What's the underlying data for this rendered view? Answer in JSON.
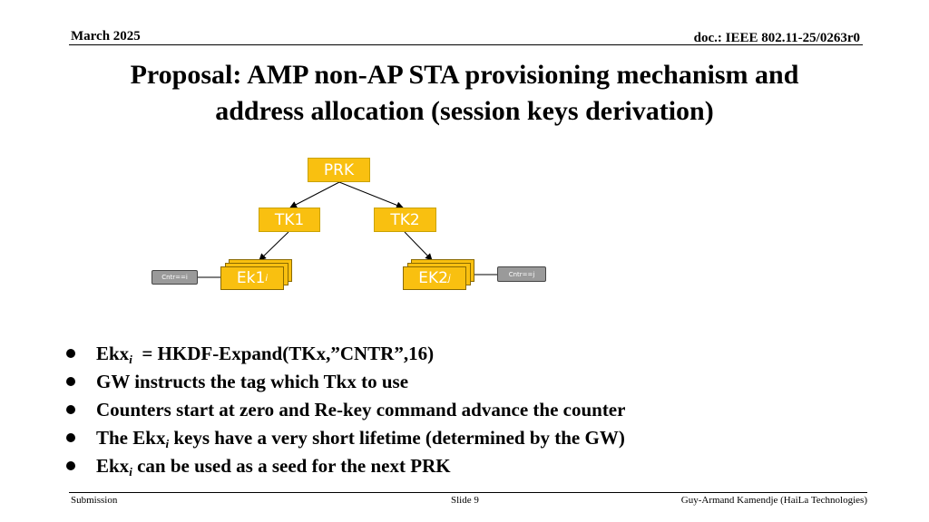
{
  "header": {
    "date": "March 2025",
    "doc_id": "doc.: IEEE 802.11-25/0263r0"
  },
  "title": {
    "line1": "Proposal: AMP non-AP STA provisioning mechanism and",
    "line2": "address allocation (session keys derivation)"
  },
  "diagram": {
    "root": "PRK",
    "tk1": "TK1",
    "tk2": "TK2",
    "ek1": {
      "base": "Ek1",
      "sub": "i"
    },
    "ek2": {
      "base": "EK2",
      "sub": "j"
    },
    "cntr_left": "Cntr==i",
    "cntr_right": "Cntr==j"
  },
  "bullets": [
    {
      "pre": "Ekx",
      "sub": "i",
      "post": "  = HKDF-Expand(TKx,”CNTR”,16)"
    },
    {
      "pre": "GW instructs the tag which Tkx to use",
      "sub": "",
      "post": ""
    },
    {
      "pre": "Counters start at zero and Re-key command advance the counter",
      "sub": "",
      "post": ""
    },
    {
      "pre": "The Ekx",
      "sub": "i",
      "post": " keys have a very short lifetime (determined by the GW)"
    },
    {
      "pre": "Ekx",
      "sub": "i",
      "post": " can be used as a seed for the next PRK"
    }
  ],
  "footer": {
    "left": "Submission",
    "center": "Slide 9",
    "right": "Guy-Armand Kamendje (HaiLa Technologies)"
  },
  "colors": {
    "node_fill": "#f9c010",
    "counter_fill": "#9a9a9a"
  }
}
